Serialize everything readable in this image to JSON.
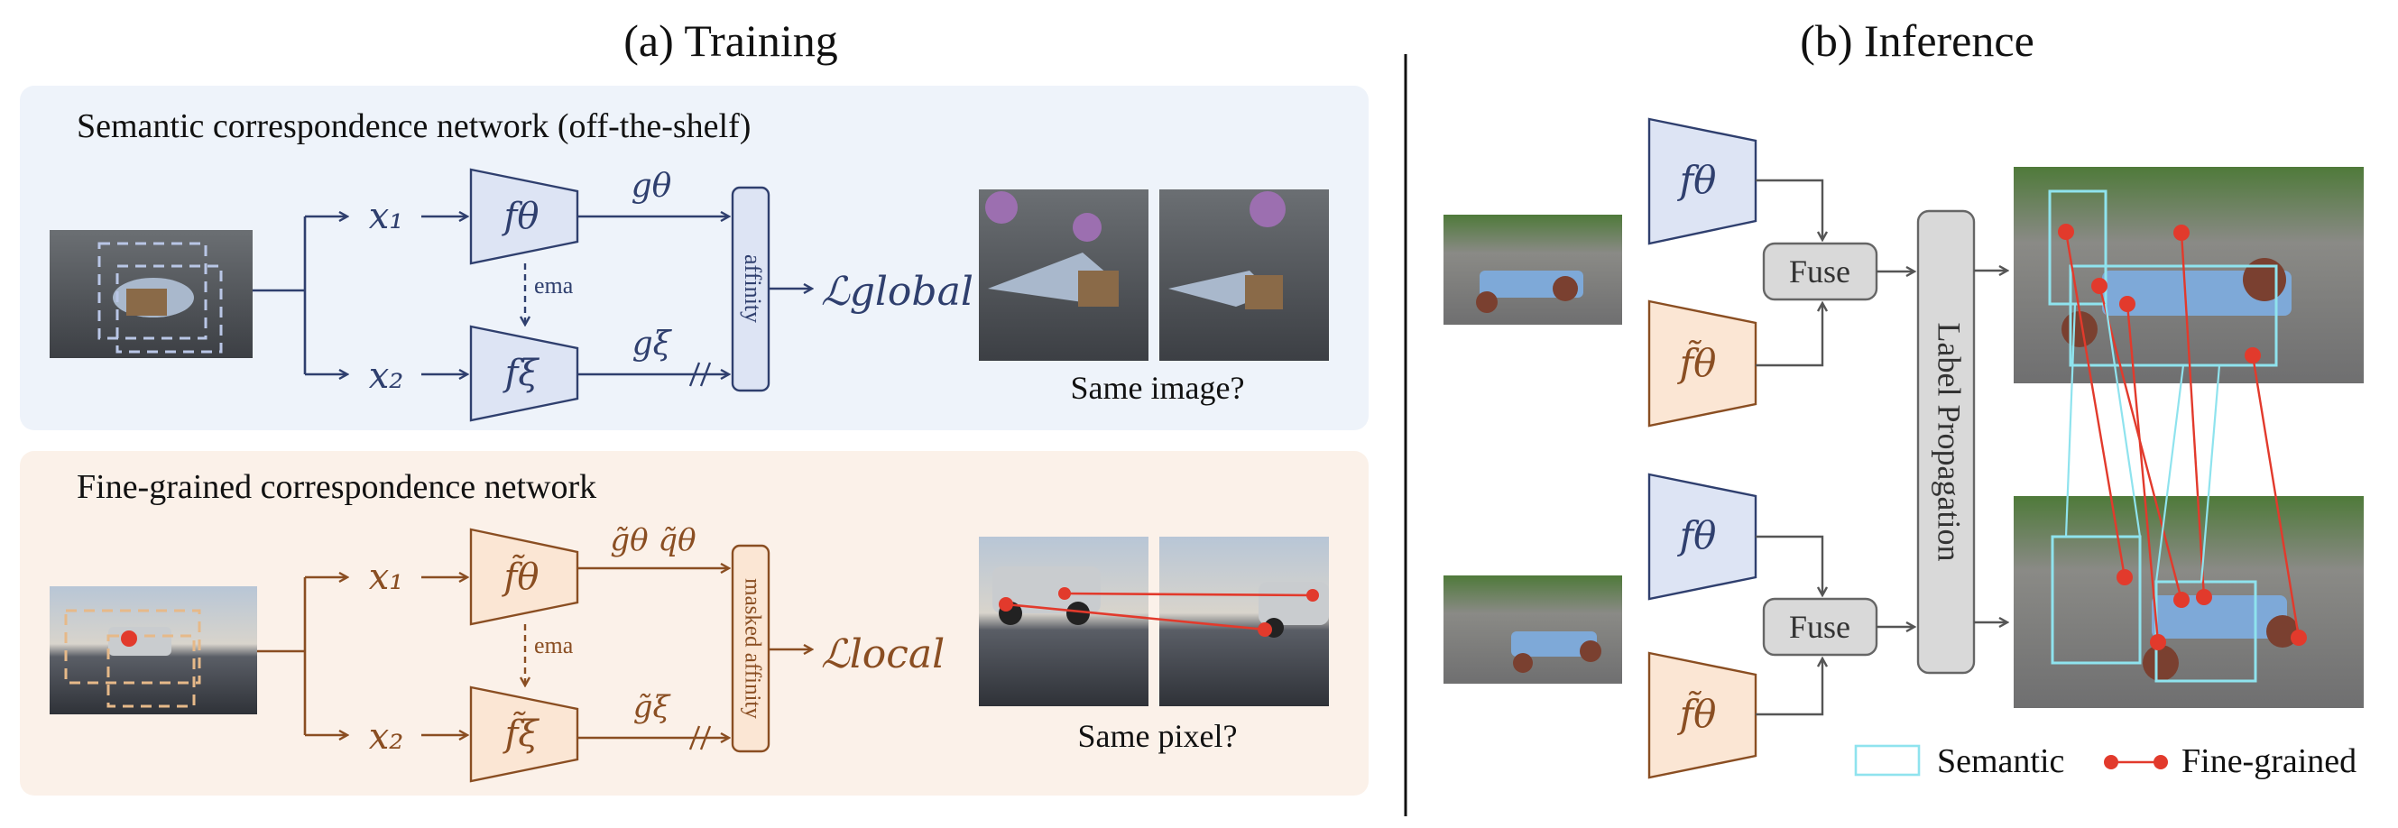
{
  "training": {
    "title": "(a) Training",
    "semantic": {
      "heading": "Semantic correspondence network (off-the-shelf)",
      "x1": "x₁",
      "x2": "x₂",
      "encoder_top": "fθ",
      "encoder_bottom": "fξ",
      "ema": "ema",
      "g_top": "gθ",
      "g_bottom": "gξ",
      "affinity": "affinity",
      "loss": "ℒglobal",
      "question": "Same image?"
    },
    "finegrained": {
      "heading": "Fine-grained correspondence network",
      "x1": "x₁",
      "x2": "x₂",
      "encoder_top": "f̃θ",
      "encoder_bottom": "f̃ξ",
      "ema": "ema",
      "g_top": "g̃θ q̃θ",
      "g_bottom": "g̃ξ",
      "affinity": "masked affinity",
      "loss": "ℒlocal",
      "question": "Same pixel?"
    }
  },
  "inference": {
    "title": "(b) Inference",
    "enc_top_1": "fθ",
    "enc_bot_1": "f̃θ",
    "enc_top_2": "fθ",
    "enc_bot_2": "f̃θ",
    "fuse_1": "Fuse",
    "fuse_2": "Fuse",
    "label_propagation": "Label Propagation",
    "legend": {
      "semantic": "Semantic",
      "fine_grained": "Fine-grained"
    }
  },
  "colors": {
    "blue_panel": "#eef3fa",
    "orange_panel": "#fbf1e9",
    "blue_stroke": "#2f3f6e",
    "orange_stroke": "#8a4e22",
    "blue_fill": "#dde4f4",
    "orange_fill": "#fbe6d4",
    "red": "#e23a2c",
    "cyan": "#8fe3ee"
  }
}
